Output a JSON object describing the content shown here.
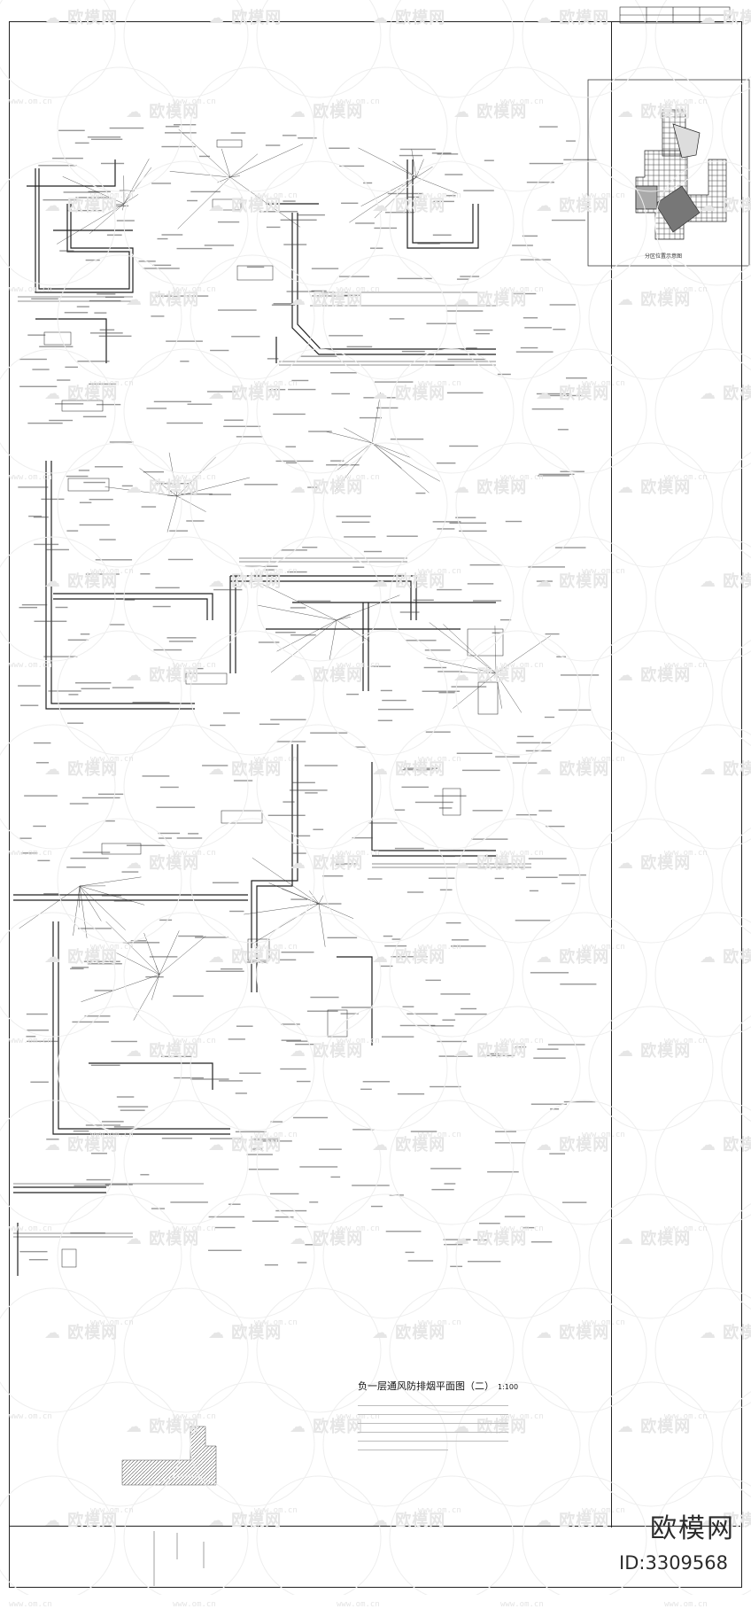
{
  "drawing": {
    "title": "负一层通风防排烟平面图（二）",
    "scale": "1:100"
  },
  "keyplan": {
    "label": "分区位置示意图"
  },
  "watermark": {
    "logo_text": "欧模网",
    "url_text": "www.om.cn"
  },
  "branding": {
    "name": "欧模网",
    "id": "ID:3309568"
  },
  "colors": {
    "line": "#222222",
    "watermark": "#e6e6e6",
    "hatch": "#555555"
  },
  "icons": [
    "duct-line",
    "annotation-leader",
    "keyplan-hatch",
    "watermark-logo"
  ]
}
